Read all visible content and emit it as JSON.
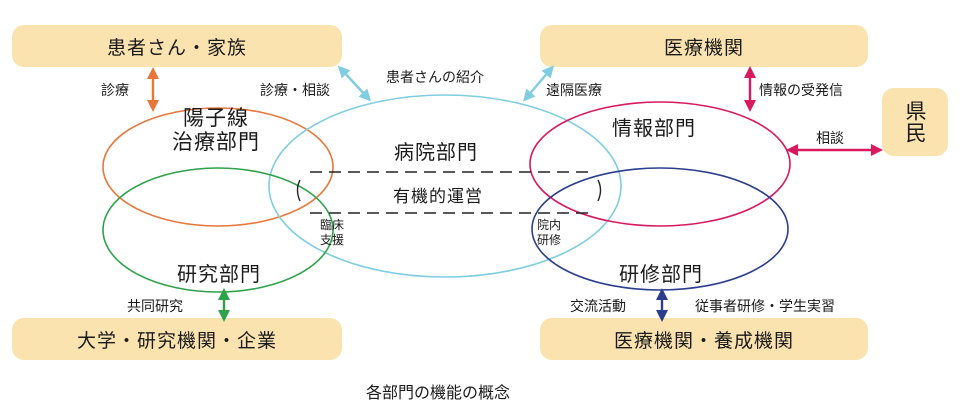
{
  "boxes": {
    "patients_family": "患者さん・家族",
    "medical_institutions": "医療機関",
    "prefectural_residents": "県民",
    "university_research": "大学・研究機関・企業",
    "medical_training": "医療機関・養成機関"
  },
  "departments": {
    "proton": "陽子線\n治療部門",
    "hospital": "病院部門",
    "information": "情報部門",
    "research": "研究部門",
    "training": "研修部門"
  },
  "labels": {
    "diagnosis": "診療",
    "diagnosis_consult": "診療・相談",
    "patient_referral": "患者さんの紹介",
    "telemedicine": "遠隔医療",
    "info_send_receive": "情報の受発信",
    "consultation": "相談",
    "organic_operation": "有機的運営",
    "clinical_support": "臨床\n支援",
    "inhospital_training": "院内\n研修",
    "joint_research": "共同研究",
    "exchange": "交流活動",
    "staff_training": "従事者研修・学生実習"
  },
  "caption": "各部門の機能の概念",
  "colors": {
    "box_fill": "#fbe3b0",
    "proton": "#e8763a",
    "hospital": "#7fcde0",
    "information": "#d9195f",
    "research": "#2ea24a",
    "training": "#2b3d8c"
  }
}
